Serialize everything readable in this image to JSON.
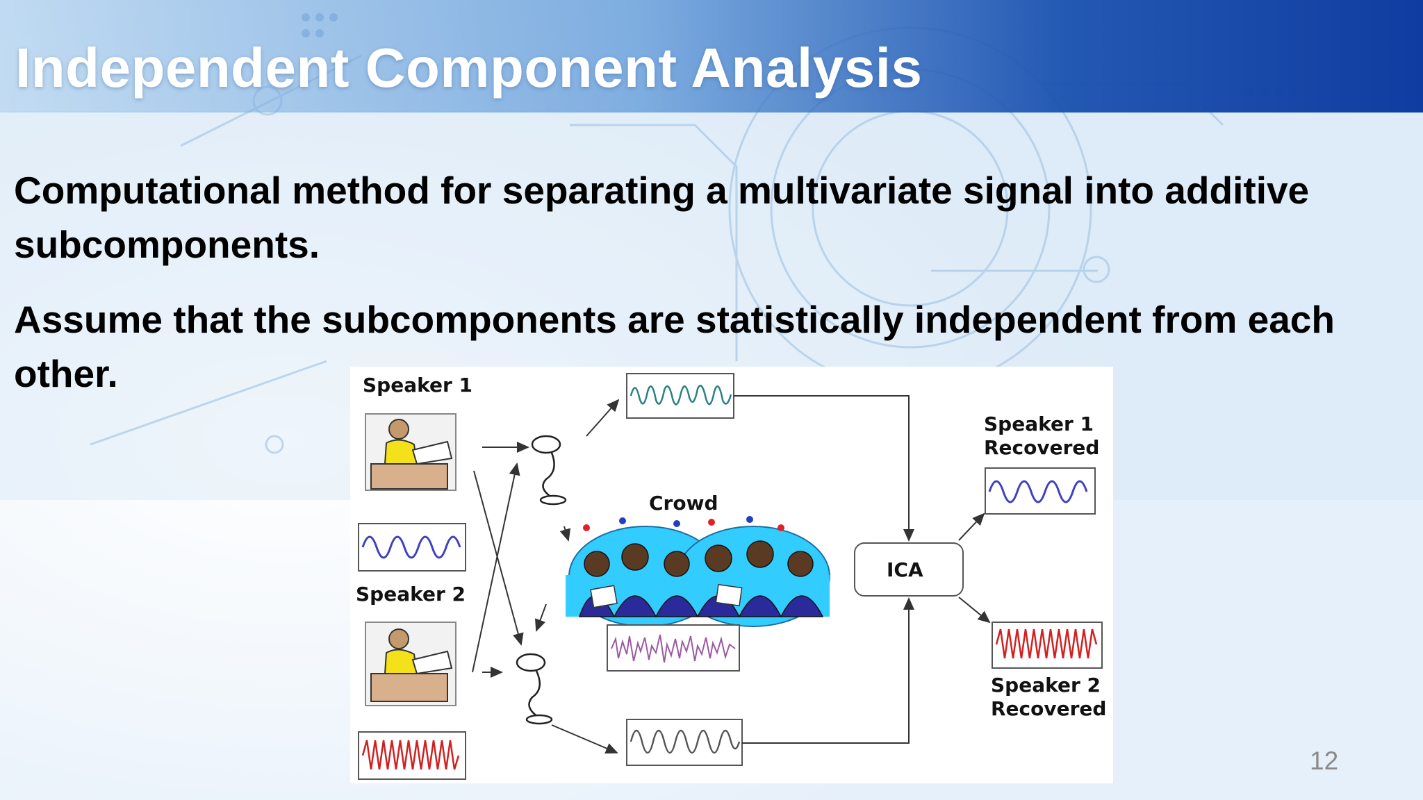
{
  "slide": {
    "title": "Independent Component Analysis",
    "bullets": [
      "Computational method for separating a multivariate signal into additive subcomponents.",
      "Assume that the subcomponents are statistically independent from each other."
    ],
    "page_number": "12"
  },
  "diagram": {
    "speaker1_label": "Speaker 1",
    "speaker2_label": "Speaker 2",
    "crowd_label": "Crowd",
    "ica_label": "ICA",
    "speaker1_recovered": [
      "Speaker 1",
      "Recovered"
    ],
    "speaker2_recovered": [
      "Speaker 2",
      "Recovered"
    ]
  },
  "colors": {
    "header_dark": "#0f3ca0",
    "wave_blue": "#4040c0",
    "wave_red": "#d02020",
    "wave_teal": "#2a8080",
    "crowd_cyan": "#33ccff"
  }
}
